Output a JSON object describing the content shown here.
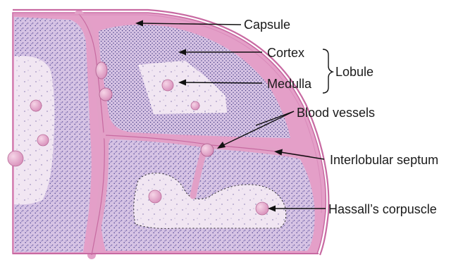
{
  "labels": {
    "capsule": "Capsule",
    "cortex": "Cortex",
    "medulla": "Medulla",
    "lobule": "Lobule",
    "blood_vessels": "Blood vessels",
    "interlobular_septum": "Interlobular septum",
    "hassalls_corpuscle": "Hassall’s corpuscle"
  },
  "colors": {
    "capsule": "#d77fb4",
    "septum": "#e8a6cc",
    "cortex": "#d9c7e6",
    "medulla": "#f2e8f3",
    "corpuscle": "#e7a5c9",
    "dots_cortex": "#4b3f8f",
    "dots_medulla": "#7b6aa9",
    "leader": "#111111"
  }
}
